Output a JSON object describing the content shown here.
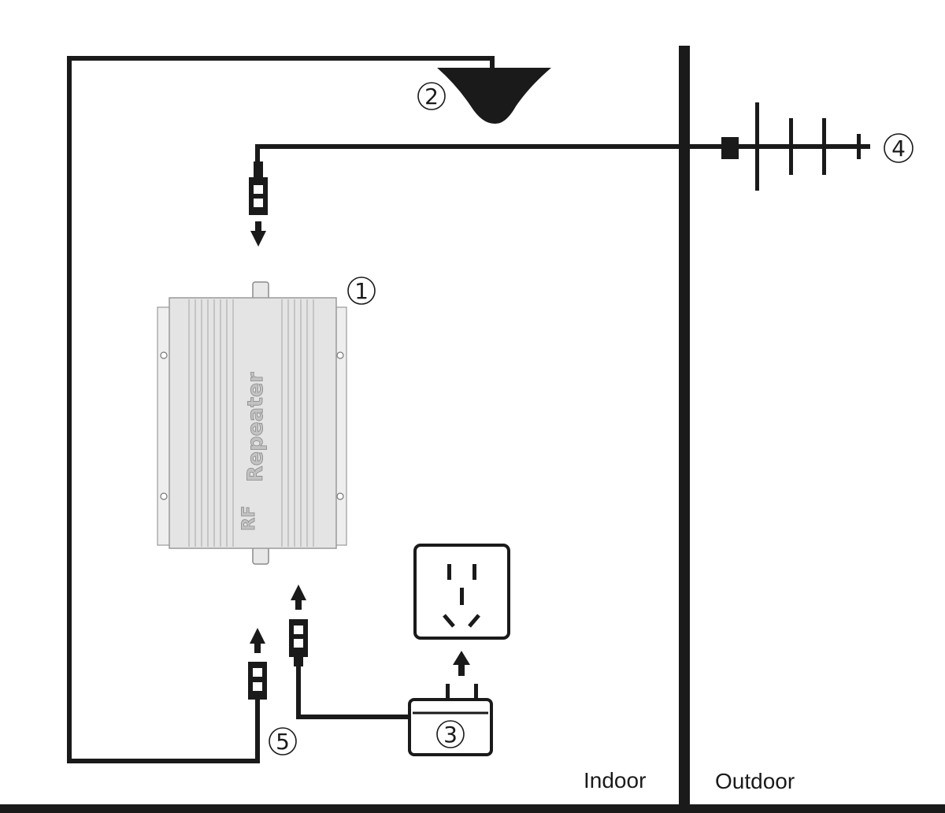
{
  "zones": {
    "indoor": "Indoor",
    "outdoor": "Outdoor"
  },
  "callouts": {
    "repeater": "1",
    "indoor_antenna": "2",
    "power_adapter": "3",
    "outdoor_antenna": "4",
    "cable": "5"
  },
  "device": {
    "brand": "RF",
    "name": "Repeater"
  },
  "colors": {
    "line": "#1a1a1a",
    "device_body": "#e4e4e4",
    "device_edge": "#9a9a9a",
    "background": "#ffffff"
  }
}
